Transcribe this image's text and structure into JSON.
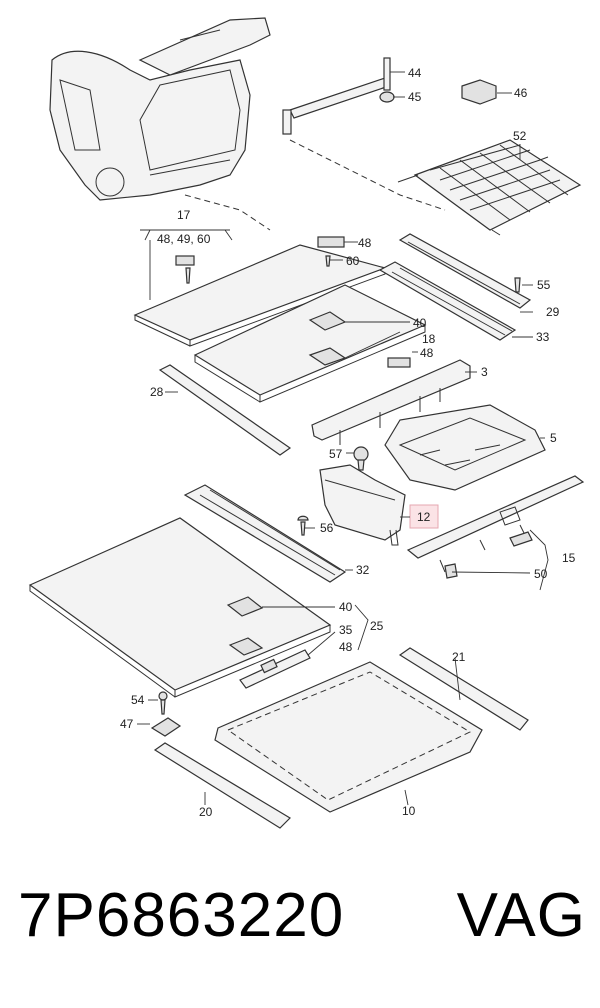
{
  "callouts": {
    "c44": "44",
    "c45": "45",
    "c46": "46",
    "c52": "52",
    "c17": "17",
    "c17sub": "48, 49, 60",
    "c48a": "48",
    "c60": "60",
    "c55": "55",
    "c29": "29",
    "c40a": "40",
    "c18": "18",
    "c33": "33",
    "c48b": "48",
    "c3": "3",
    "c28": "28",
    "c5": "5",
    "c57": "57",
    "c12": "12",
    "c56": "56",
    "c32": "32",
    "c15": "15",
    "c50": "50",
    "c40b": "40",
    "c35": "35",
    "c25": "25",
    "c48c": "48",
    "c21": "21",
    "c54": "54",
    "c47": "47",
    "c20": "20",
    "c10": "10"
  },
  "highlighted_callout": "12",
  "footer": {
    "part_number": "7P6863220",
    "brand": "VAG"
  }
}
